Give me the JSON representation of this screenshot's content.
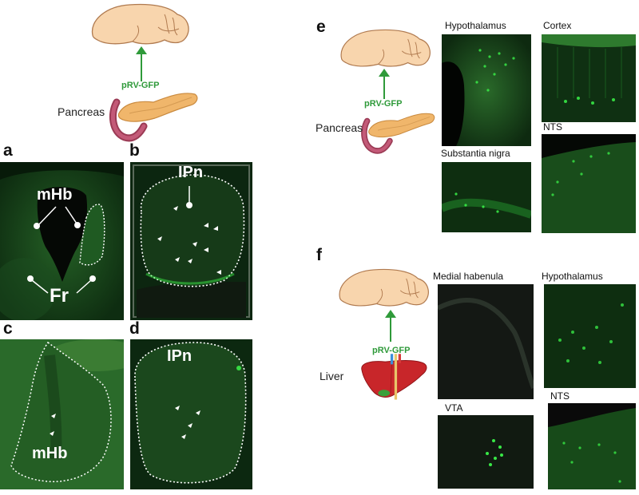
{
  "panels": {
    "a": "a",
    "b": "b",
    "c": "c",
    "d": "d",
    "e": "e",
    "f": "f"
  },
  "diagrams": {
    "top": {
      "organ": "Pancreas",
      "virus": "pRV-GFP"
    },
    "e": {
      "organ": "Pancreas",
      "virus": "pRV-GFP"
    },
    "f": {
      "organ": "Liver",
      "virus": "pRV-GFP"
    }
  },
  "micrograph_labels": {
    "a_mhb": "mHb",
    "a_fr": "Fr",
    "b_ipn": "IPn",
    "c_mhb": "mHb",
    "d_ipn": "IPn"
  },
  "captions_e": {
    "hypothalamus": "Hypothalamus",
    "cortex": "Cortex",
    "substantia_nigra": "Substantia nigra",
    "nts": "NTS"
  },
  "captions_f": {
    "medial_habenula": "Medial habenula",
    "hypothalamus": "Hypothalamus",
    "vta": "VTA",
    "nts": "NTS"
  },
  "colors": {
    "brain_fill": "#f8d5ad",
    "brain_stroke": "#b07a4f",
    "arrow_green": "#2f9a3a",
    "pancreas": "#f0b66b",
    "liver": "#c8262a",
    "gfp_green": "#3dff4c",
    "tissue_dark": "#0c2610"
  }
}
